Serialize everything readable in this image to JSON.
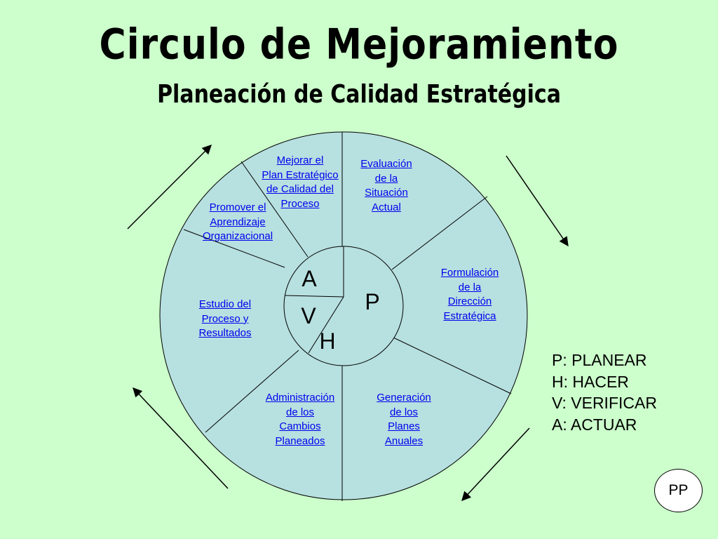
{
  "title": "Circulo de Mejoramiento",
  "subtitle": "Planeación de Calidad Estratégica",
  "center_letters": {
    "a": "A",
    "v": "V",
    "h": "H",
    "p": "P"
  },
  "segments": [
    "Mejorar el\nPlan Estratégico\nde Calidad del\nProceso",
    "Evaluación\nde la \nSituación\nActual",
    "Promover el\nAprendizaje\nOrganizacional ",
    "Formulación\nde la \nDirección\nEstratégica",
    "Estudio del \nProceso y \nResultados ",
    "Administración\nde los \nCambios\nPlaneados ",
    "Generación \nde los \nPlanes\nAnuales"
  ],
  "legend": [
    "P: PLANEAR",
    "H: HACER",
    "V: VERIFICAR",
    "A: ACTUAR"
  ],
  "badge": "PP",
  "colors": {
    "background": "#ccffcc",
    "circle_fill": "#b7e0e0",
    "link": "#0000ee"
  }
}
